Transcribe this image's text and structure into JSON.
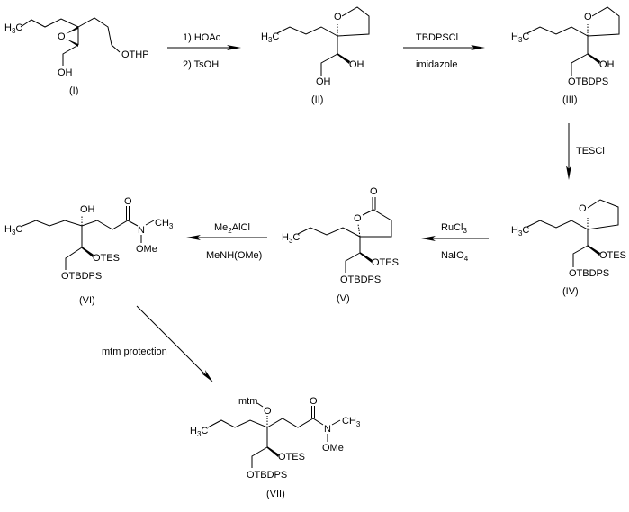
{
  "scheme": {
    "compounds": {
      "I": {
        "label": "(I)",
        "h": "H",
        "h_sub": "3",
        "c": "C",
        "epoxide_o": "O",
        "oh": "OH",
        "othp": "OTHP"
      },
      "II": {
        "label": "(II)",
        "h": "H",
        "h_sub": "3",
        "c": "C",
        "ring_o": "O",
        "side": "OH",
        "bottom": "OH"
      },
      "III": {
        "label": "(III)",
        "h": "H",
        "h_sub": "3",
        "c": "C",
        "ring_o": "O",
        "side": "OH",
        "bottom": "OTBDPS"
      },
      "IV": {
        "label": "(IV)",
        "h": "H",
        "h_sub": "3",
        "c": "C",
        "ring_o": "O",
        "side": "OTES",
        "bottom": "OTBDPS"
      },
      "V": {
        "label": "(V)",
        "h": "H",
        "h_sub": "3",
        "c": "C",
        "ring_o": "O",
        "carbonyl_o": "O",
        "side": "OTES",
        "bottom": "OTBDPS"
      },
      "VI": {
        "label": "(VI)",
        "h": "H",
        "h_sub": "3",
        "c": "C",
        "top": "OH",
        "carbonyl_o": "O",
        "n": "N",
        "ch": "CH",
        "ch_sub": "3",
        "ome": "OMe",
        "side": "OTES",
        "bottom": "OTBDPS"
      },
      "VII": {
        "label": "(VII)",
        "h": "H",
        "h_sub": "3",
        "c": "C",
        "top": "O",
        "mtm": "mtm",
        "carbonyl_o": "O",
        "n": "N",
        "ch": "CH",
        "ch_sub": "3",
        "ome": "OMe",
        "side": "OTES",
        "bottom": "OTBDPS"
      }
    },
    "steps": [
      {
        "above": "1) HOAc",
        "below": "2) TsOH"
      },
      {
        "above": "TBDPSCl",
        "below": "imidazole"
      },
      {
        "label": "TESCl"
      },
      {
        "above_main": "RuCl",
        "above_sub": "3",
        "below_main": "NaIO",
        "below_sub": "4"
      },
      {
        "above_main": "Me",
        "above_sub": "2",
        "above_tail": "AlCl",
        "below": "MeNH(OMe)"
      },
      {
        "label": "mtm protection"
      }
    ]
  }
}
